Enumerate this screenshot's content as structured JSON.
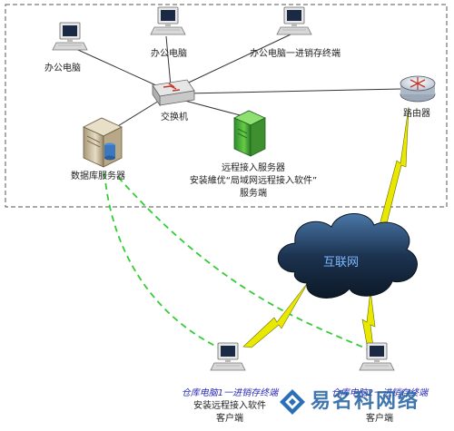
{
  "labels": {
    "office_pc_left": "办公电脑",
    "office_pc_mid": "办公电脑",
    "office_pc_inventory": "办公电脑一进销存终端",
    "switch": "交换机",
    "db_server": "数据库服务器",
    "router": "路由器",
    "remote_server_line1": "远程接入服务器",
    "remote_server_line2": "安装維优“局域网远程接入软件”",
    "remote_server_line3": "服务端",
    "internet": "互联网",
    "warehouse1_line1": "仓库电脑1一进销存终端",
    "warehouse1_line2": "安装远程接入软件",
    "warehouse1_line3": "客户端",
    "warehouse2_line1": "仓库电脑2一进销存终端",
    "warehouse2_line3": "客户端"
  },
  "watermark": "易名科网络",
  "colors": {
    "lan_border": "#555555",
    "vpn_dash": "#33cc33",
    "bolt": "#e8e800",
    "cloud": "#1e3a5f",
    "label_blue": "#2a2ab4"
  }
}
